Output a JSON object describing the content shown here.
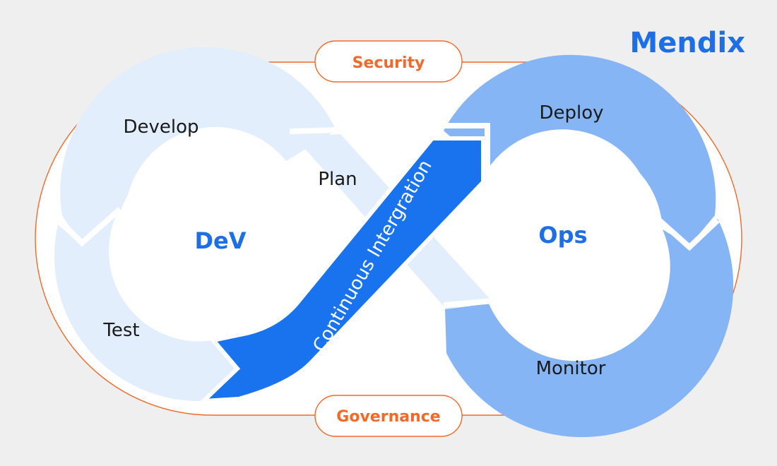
{
  "brand": {
    "name": "Mendix"
  },
  "pills": {
    "top": "Security",
    "bottom": "Governance"
  },
  "dev": {
    "center": "DeV",
    "stages": {
      "develop": "Develop",
      "test": "Test"
    }
  },
  "ops": {
    "center": "Ops",
    "stages": {
      "deploy": "Deploy",
      "monitor": "Monitor"
    }
  },
  "plan_label": "Plan",
  "ci_label": "Continuous Intergration",
  "colors": {
    "background": "#efefef",
    "frame_border": "#f26a2a",
    "accent_orange": "#f26a2a",
    "brand_blue": "#1e6fe5",
    "dev_ring": "#e3eefc",
    "ops_ring": "#85b5f5",
    "ci_arrow": "#1a73ee",
    "plan_band": "#e3eefc"
  }
}
